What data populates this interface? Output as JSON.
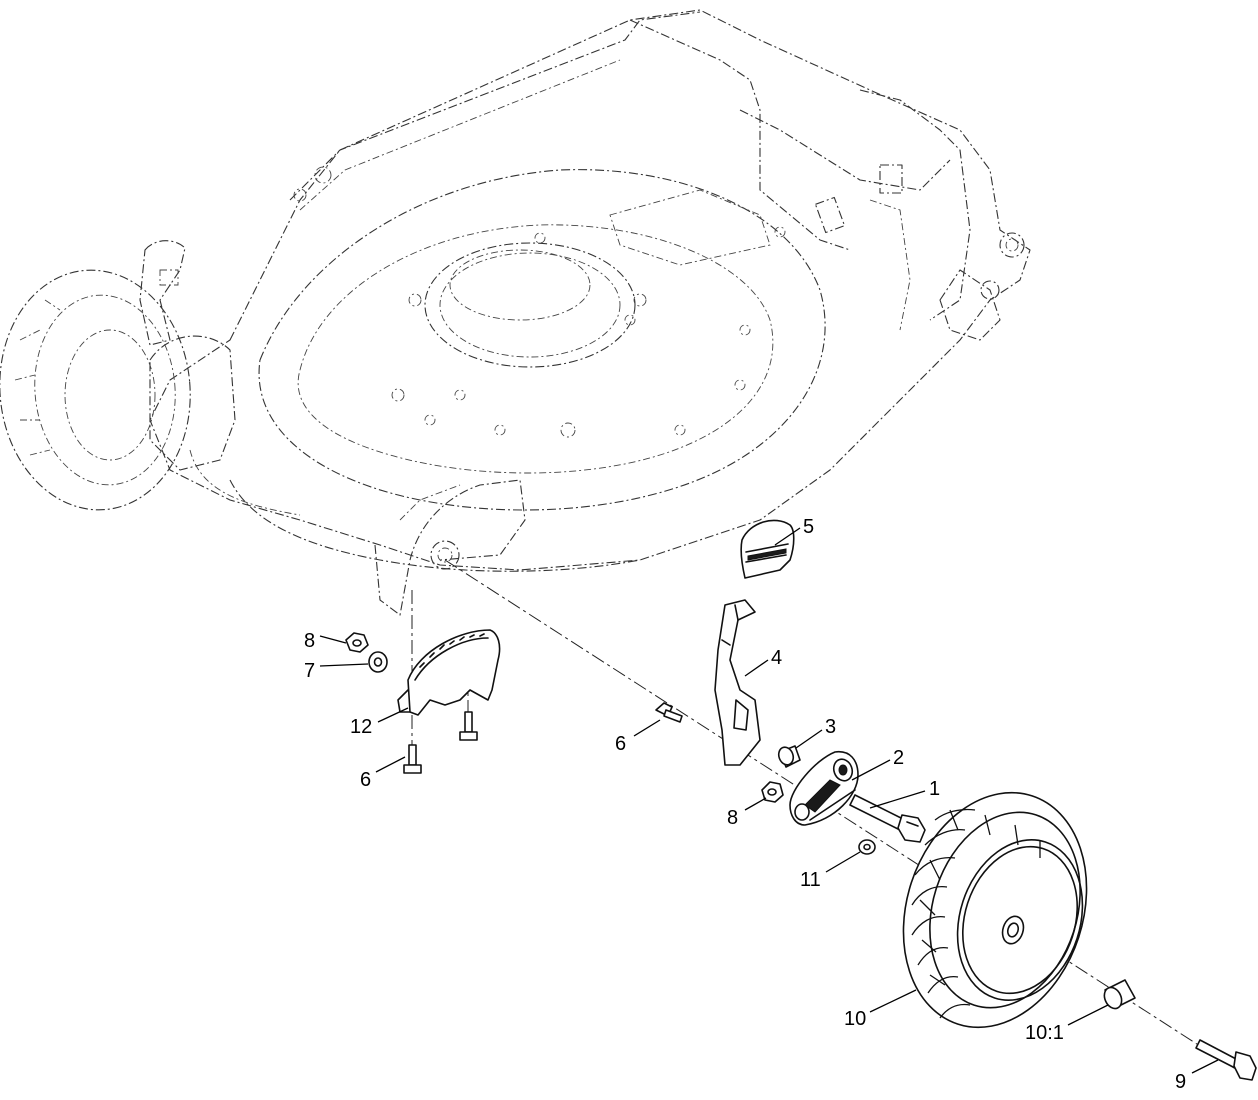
{
  "callouts": [
    {
      "id": "c1",
      "label": "1"
    },
    {
      "id": "c2",
      "label": "2"
    },
    {
      "id": "c3",
      "label": "3"
    },
    {
      "id": "c4",
      "label": "4"
    },
    {
      "id": "c5",
      "label": "5"
    },
    {
      "id": "c6a",
      "label": "6"
    },
    {
      "id": "c6b",
      "label": "6"
    },
    {
      "id": "c7",
      "label": "7"
    },
    {
      "id": "c8a",
      "label": "8"
    },
    {
      "id": "c8b",
      "label": "8"
    },
    {
      "id": "c9",
      "label": "9"
    },
    {
      "id": "c10",
      "label": "10"
    },
    {
      "id": "c101",
      "label": "10:1"
    },
    {
      "id": "c11",
      "label": "11"
    },
    {
      "id": "c12",
      "label": "12"
    }
  ]
}
